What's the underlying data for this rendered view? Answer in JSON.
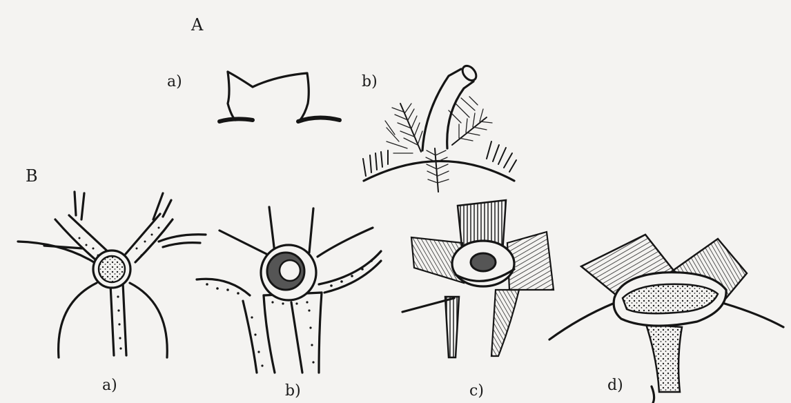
{
  "section_labels": {
    "a": "A",
    "b": "B"
  },
  "panel_A": {
    "a": "a)",
    "b": "b)"
  },
  "panel_B": {
    "a": "a)",
    "b": "b)",
    "c": "c)",
    "d": "d)"
  },
  "colors": {
    "ink": "#151515",
    "paper": "#f4f3f1",
    "lumen_fill": "#555555"
  }
}
